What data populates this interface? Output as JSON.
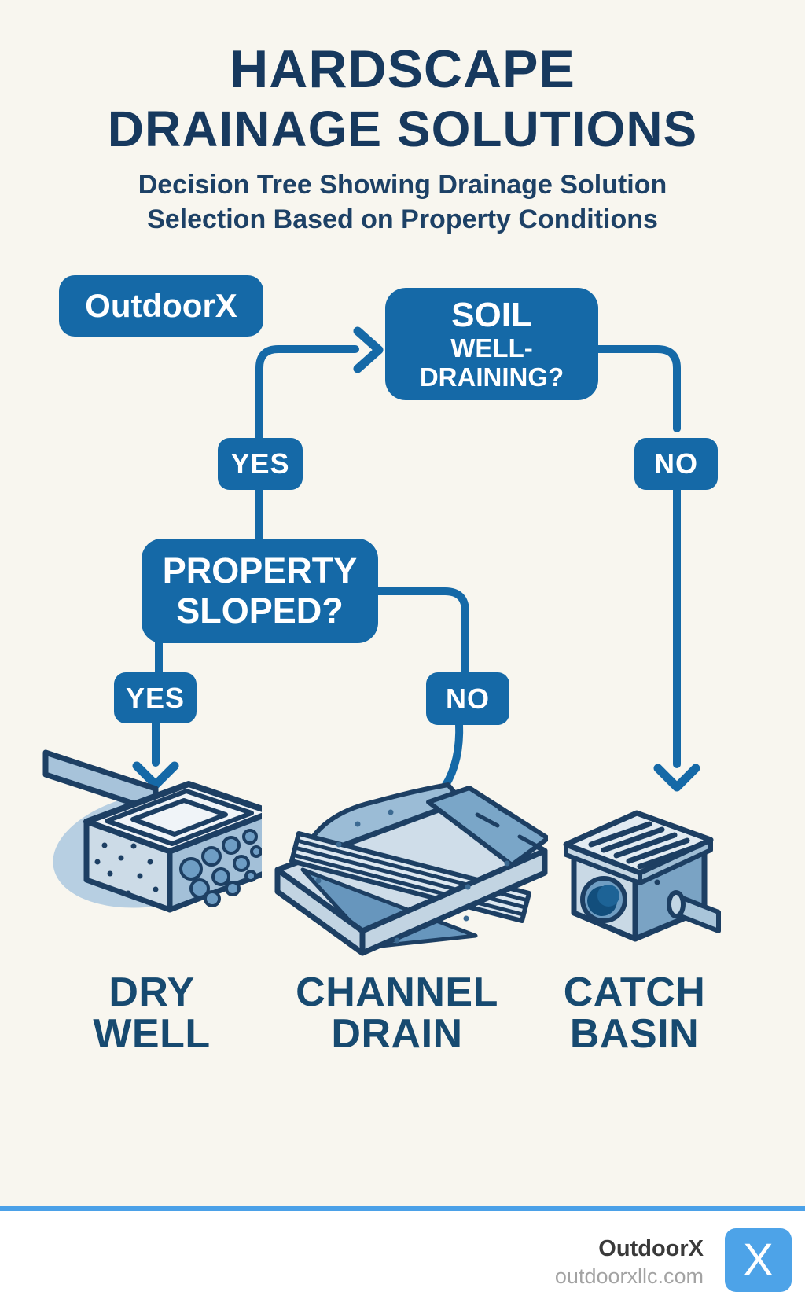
{
  "header": {
    "title_line1": "HARDSCAPE",
    "title_line2": "DRAINAGE SOLUTIONS",
    "subtitle_line1": "Decision Tree Showing Drainage Solution",
    "subtitle_line2": "Selection Based on Property Conditions"
  },
  "brand_badge": {
    "label": "OutdoorX"
  },
  "flow": {
    "soil_node": {
      "line1": "SOIL",
      "line2": "WELL-DRAINING?"
    },
    "property_node": {
      "line1": "PROPERTY",
      "line2": "SLOPED?"
    },
    "soil_yes_label": "YES",
    "soil_no_label": "NO",
    "property_yes_label": "YES",
    "property_no_label": "NO"
  },
  "outcomes": {
    "dry_well": {
      "line1": "DRY",
      "line2": "WELL"
    },
    "channel_drain": {
      "line1": "CHANNEL",
      "line2": "DRAIN"
    },
    "catch_basin": {
      "line1": "CATCH",
      "line2": "BASIN"
    }
  },
  "footer": {
    "brand": "OutdoorX",
    "website": "outdoorxllc.com",
    "logo_letter": "X"
  },
  "colors": {
    "background": "#f8f6ef",
    "node_blue": "#1569a7",
    "title_navy": "#17395e",
    "subtitle_navy": "#1d4166",
    "outcome_label_navy": "#174a70",
    "illustration_outline_navy": "#1d3f63",
    "footer_divider_blue": "#4ba1e8",
    "footer_logo_blue": "#4da3e8",
    "footer_brand_gray": "#3a3a3a",
    "footer_site_gray": "#a3a3a3"
  }
}
